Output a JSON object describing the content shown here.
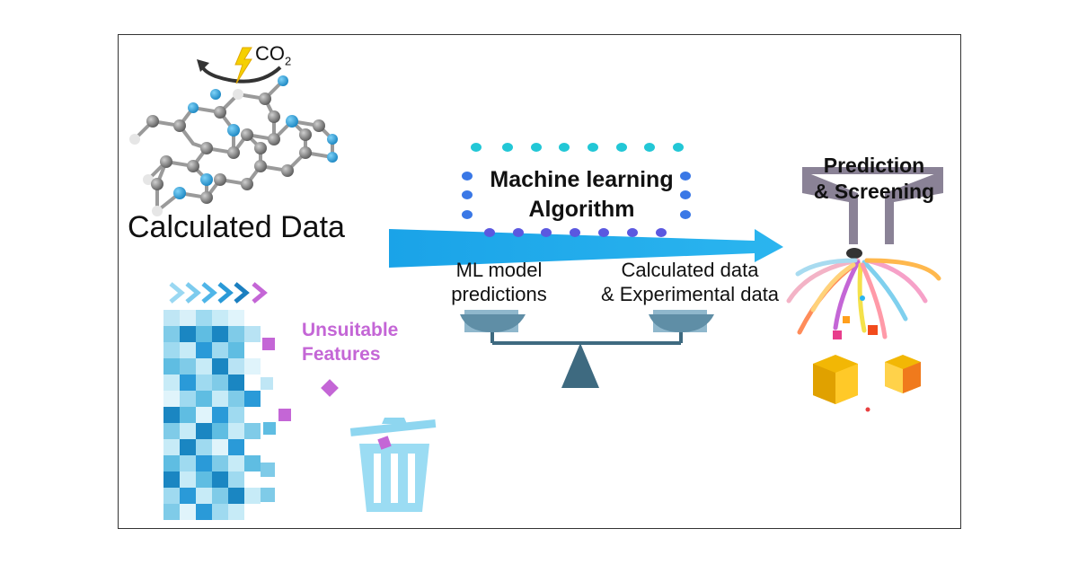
{
  "labels": {
    "co2": "CO",
    "co2_sub": "2",
    "calculated_data": "Calculated Data",
    "ml_algorithm_line1": "Machine learning",
    "ml_algorithm_line2": "Algorithm",
    "ml_predictions_line1": "ML model",
    "ml_predictions_line2": "predictions",
    "calc_exp_line1": "Calculated data",
    "calc_exp_line2": "& Experimental data",
    "unsuitable_line1": "Unsuitable",
    "unsuitable_line2": "Features",
    "prediction_line1": "Prediction",
    "prediction_line2": "& Screening"
  },
  "colors": {
    "arrow": "#1aa3e8",
    "nitrogen_atom": "#1e9ad6",
    "carbon_atom": "#7f7f7f",
    "dots_top": "#22c7d6",
    "dots_side": "#3a78e6",
    "dots_bottom": "#5b58e0",
    "balance": "#3e6a80",
    "pan": "#8fb7cc",
    "unsuitable": "#c466d6",
    "funnel": "#8a8296",
    "trash": "#7fd0ee",
    "cube": "#f2b705"
  }
}
